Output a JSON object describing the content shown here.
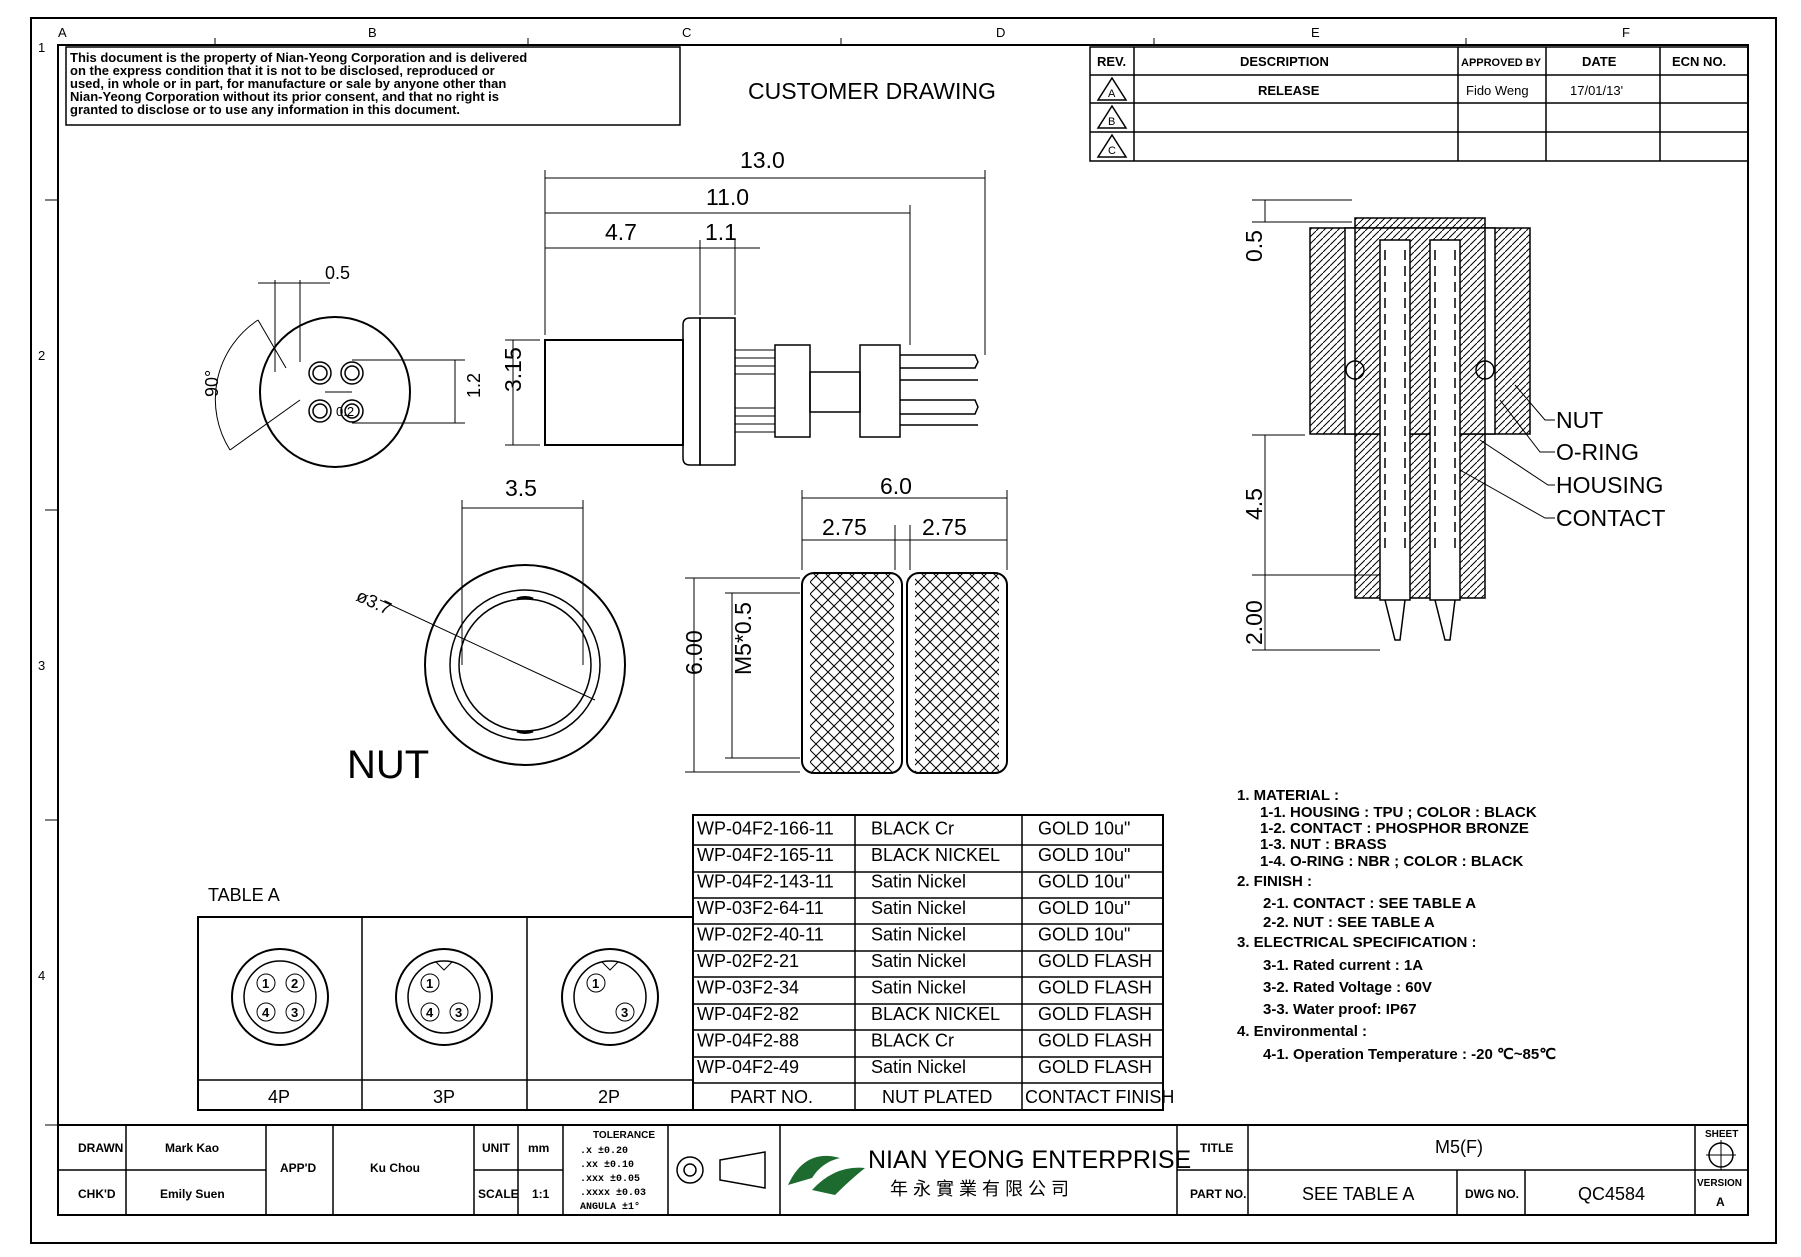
{
  "notice_lines": [
    "This document is the property of Nian-Yeong Corporation and is delivered",
    "on  the  express condition that it is not to be disclosed, reproduced or",
    "used, in whole or in part, for manufacture or sale by anyone other than",
    "Nian-Yeong Corporation without  its prior consent, and that  no right  is",
    "granted to disclose or to use any information in this  document."
  ],
  "drawing_title": "CUSTOMER DRAWING",
  "zone_cols": [
    "A",
    "B",
    "C",
    "D",
    "E",
    "F"
  ],
  "zone_rows": [
    "1",
    "2",
    "3",
    "4"
  ],
  "revision": {
    "headers": [
      "REV.",
      "DESCRIPTION",
      "APPROVED BY",
      "DATE",
      "ECN NO."
    ],
    "rows": [
      {
        "rev": "A",
        "description": "RELEASE",
        "approved": "Fido Weng",
        "date": "17/01/13'",
        "ecn": ""
      },
      {
        "rev": "B",
        "description": "",
        "approved": "",
        "date": "",
        "ecn": ""
      },
      {
        "rev": "C",
        "description": "",
        "approved": "",
        "date": "",
        "ecn": ""
      }
    ]
  },
  "dims": {
    "overall_length": "13.0",
    "body_length": "11.0",
    "front_length": "4.7",
    "collar": "1.1",
    "pin_spacing": "0.5",
    "pin_pitch": "1.2",
    "pin_gap": "0.2",
    "angle": "90°",
    "body_height": "3.15",
    "nut_width": "3.5",
    "nut_dia": "ø3.7",
    "nut_length": "6.0",
    "nut_half_a": "2.75",
    "nut_half_b": "2.75",
    "nut_height": "6.00",
    "thread": "M5*0.5",
    "section_a": "0.5",
    "section_b": "4.5",
    "section_c": "2.00"
  },
  "nut_label": "NUT",
  "section_labels": [
    "NUT",
    "O-RING",
    "HOUSING",
    "CONTACT"
  ],
  "table_a": {
    "title": "TABLE A",
    "cells": [
      {
        "label": "4P",
        "pins": [
          "1",
          "2",
          "4",
          "3"
        ]
      },
      {
        "label": "3P",
        "pins": [
          "1",
          "4",
          "3"
        ]
      },
      {
        "label": "2P",
        "pins": [
          "1",
          "3"
        ]
      }
    ]
  },
  "parts_table": {
    "headers": [
      "PART NO.",
      "NUT PLATED",
      "CONTACT FINISH"
    ],
    "rows": [
      [
        "WP-04F2-166-11",
        "BLACK Cr",
        "GOLD 10u\""
      ],
      [
        "WP-04F2-165-11",
        "BLACK NICKEL",
        "GOLD 10u\""
      ],
      [
        "WP-04F2-143-11",
        "Satin Nickel",
        "GOLD 10u\""
      ],
      [
        "WP-03F2-64-11",
        "Satin Nickel",
        "GOLD 10u\""
      ],
      [
        "WP-02F2-40-11",
        "Satin Nickel",
        "GOLD 10u\""
      ],
      [
        "WP-02F2-21",
        "Satin Nickel",
        "GOLD FLASH"
      ],
      [
        "WP-03F2-34",
        "Satin Nickel",
        "GOLD FLASH"
      ],
      [
        "WP-04F2-82",
        "BLACK NICKEL",
        "GOLD FLASH"
      ],
      [
        "WP-04F2-88",
        "BLACK Cr",
        "GOLD FLASH"
      ],
      [
        "WP-04F2-49",
        "Satin Nickel",
        "GOLD FLASH"
      ]
    ]
  },
  "notes": [
    "1.  MATERIAL  :",
    "1-1.  HOUSING  :  TPU  ;  COLOR  :  BLACK",
    "1-2.  CONTACT  :    PHOSPHOR  BRONZE",
    "1-3.  NUT  :  BRASS",
    "1-4.  O-RING  :  NBR  ;  COLOR  :  BLACK",
    "2.  FINISH  :",
    "2-1.  CONTACT  :  SEE  TABLE  A",
    "2-2.  NUT  :  SEE  TABLE  A",
    "3.  ELECTRICAL  SPECIFICATION  :",
    "3-1.  Rated  current  :    1A",
    "3-2.  Rated  Voltage  :  60V",
    "3-3.  Water  proof:  IP67",
    "4.  Environmental  :",
    "4-1.  Operation  Temperature  :  -20  ℃~85℃"
  ],
  "title_block": {
    "drawn_label": "DRAWN",
    "drawn": "Mark Kao",
    "chkd_label": "CHK'D",
    "chkd": "Emily Suen",
    "appd_label": "APP'D",
    "appd": "Ku Chou",
    "unit_label": "UNIT",
    "unit": "mm",
    "scale_label": "SCALE",
    "scale": "1:1",
    "tolerance_label": "TOLERANCE",
    "tolerances": [
      ".x      ±0.20",
      ".xx     ±0.10",
      ".xxx    ±0.05",
      ".xxxx   ±0.03",
      "ANGULA   ±1°"
    ],
    "company": "NIAN YEONG ENTERPRISE",
    "company_cn": "年 永 實 業 有 限 公 司",
    "title_label": "TITLE",
    "title": "M5(F)",
    "partno_label": "PART NO.",
    "partno": "SEE  TABLE  A",
    "dwgno_label": "DWG NO.",
    "dwgno": "QC4584",
    "sheet_label": "SHEET",
    "version_label": "VERSION",
    "version": "A"
  },
  "colors": {
    "ink": "#000000",
    "paper": "#ffffff"
  }
}
